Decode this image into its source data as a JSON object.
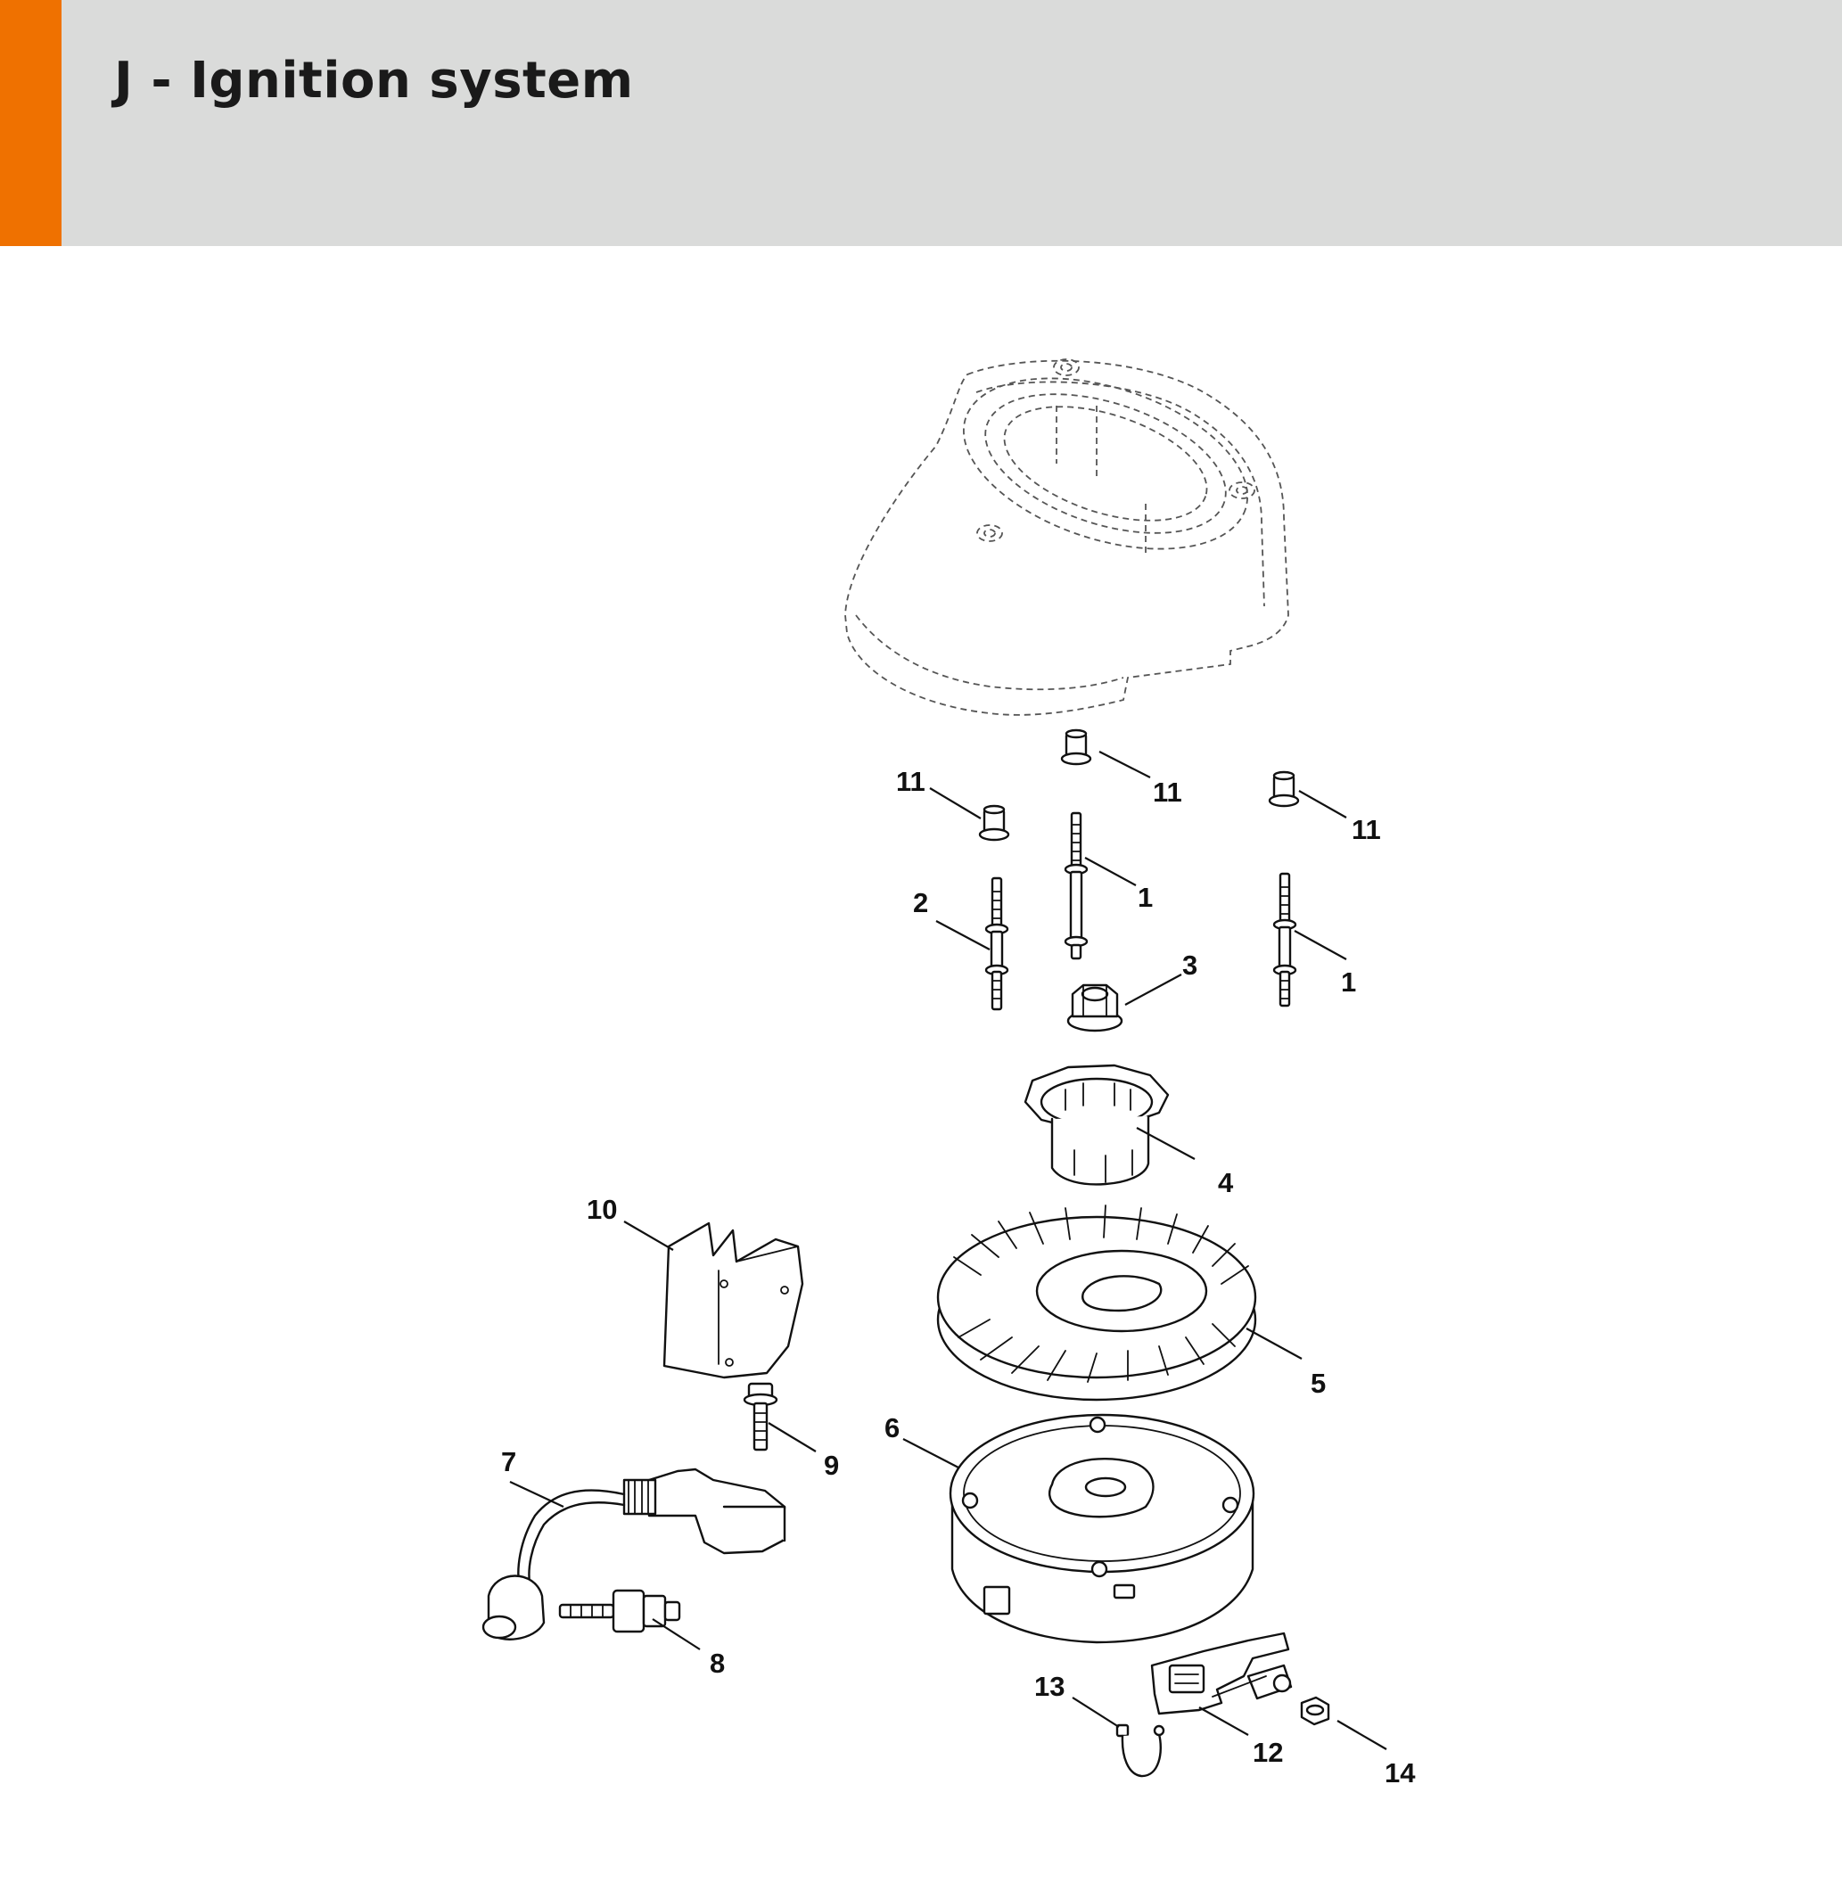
{
  "header": {
    "title": "J - Ignition system",
    "accent_color": "#ef7100",
    "background_color": "#dadbda"
  },
  "callouts": [
    {
      "id": "c11a",
      "label": "11"
    },
    {
      "id": "c11b",
      "label": "11"
    },
    {
      "id": "c11c",
      "label": "11"
    },
    {
      "id": "c2",
      "label": "2"
    },
    {
      "id": "c1a",
      "label": "1"
    },
    {
      "id": "c1b",
      "label": "1"
    },
    {
      "id": "c3",
      "label": "3"
    },
    {
      "id": "c4",
      "label": "4"
    },
    {
      "id": "c10",
      "label": "10"
    },
    {
      "id": "c5",
      "label": "5"
    },
    {
      "id": "c6",
      "label": "6"
    },
    {
      "id": "c9",
      "label": "9"
    },
    {
      "id": "c7",
      "label": "7"
    },
    {
      "id": "c8",
      "label": "8"
    },
    {
      "id": "c13",
      "label": "13"
    },
    {
      "id": "c12",
      "label": "12"
    },
    {
      "id": "c14",
      "label": "14"
    }
  ]
}
